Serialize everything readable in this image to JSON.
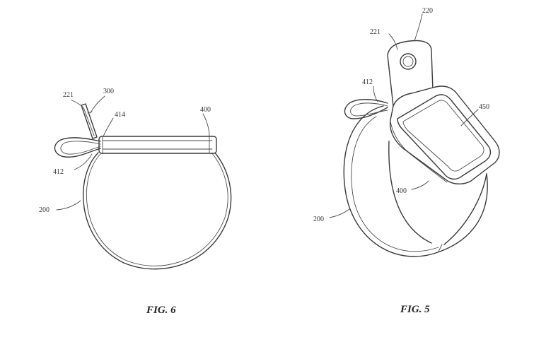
{
  "figures": [
    {
      "caption": "FIG. 6",
      "labels": {
        "l221": "221",
        "l300": "300",
        "l414": "414",
        "l400": "400",
        "l412": "412",
        "l200": "200"
      }
    },
    {
      "caption": "FIG. 5",
      "labels": {
        "l220": "220",
        "l221": "221",
        "l412": "412",
        "l450": "450",
        "l400": "400",
        "l200": "200"
      }
    }
  ]
}
